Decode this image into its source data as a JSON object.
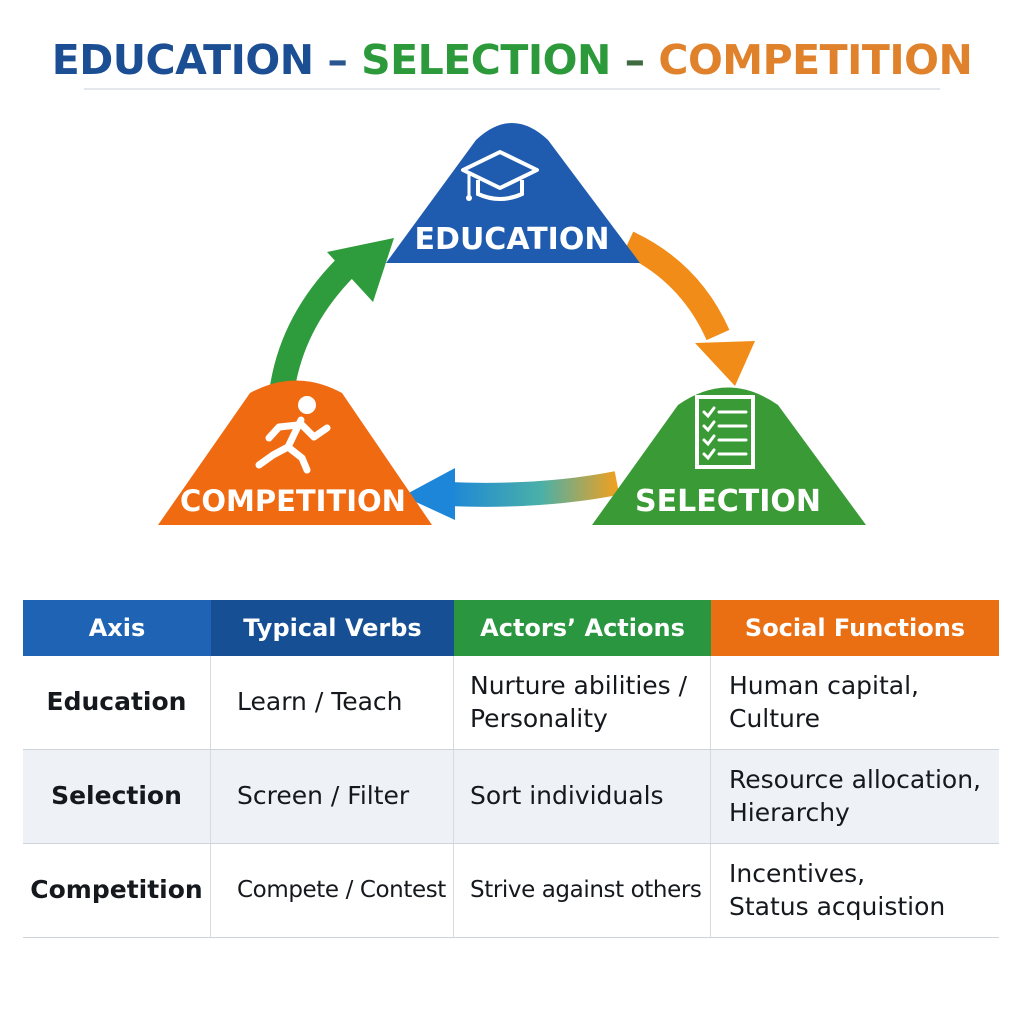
{
  "title": {
    "part1": "EDUCATION",
    "sep1": " – ",
    "part2": "SELECTION",
    "sep2": " – ",
    "part3": "COMPETITION",
    "colors": {
      "part1": "#1b4e93",
      "part2": "#2c9a3b",
      "part3": "#e0822b"
    }
  },
  "cycle": {
    "nodes": [
      {
        "id": "education",
        "label": "EDUCATION",
        "icon": "graduation-cap-icon",
        "color": "#1f5cb0"
      },
      {
        "id": "selection",
        "label": "SELECTION",
        "icon": "checklist-icon",
        "color": "#3a9a35"
      },
      {
        "id": "competition",
        "label": "COMPETITION",
        "icon": "running-person-icon",
        "color": "#f06a12"
      }
    ],
    "arrows": [
      {
        "from": "education",
        "to": "selection",
        "color": "#f28c18"
      },
      {
        "from": "selection",
        "to": "competition",
        "color": "gradient-orange-to-blue"
      },
      {
        "from": "competition",
        "to": "education",
        "color": "#2e9b3c"
      }
    ]
  },
  "table": {
    "headers": [
      "Axis",
      "Typical Verbs",
      "Actors’ Actions",
      "Social Functions"
    ],
    "rows": [
      {
        "axis": "Education",
        "verbs": "Learn / Teach",
        "actions": "Nurture abilities /\nPersonality",
        "functions": "Human capital,\nCulture"
      },
      {
        "axis": "Selection",
        "verbs": "Screen / Filter",
        "actions": "Sort individuals",
        "functions": "Resource allocation,\nHierarchy"
      },
      {
        "axis": "Competition",
        "verbs": "Compete / Contest",
        "actions": "Strive against others",
        "functions": "Incentives,\nStatus acquistion"
      }
    ]
  }
}
